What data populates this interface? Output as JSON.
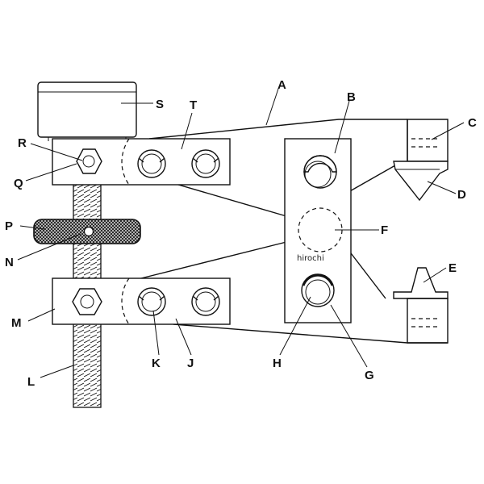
{
  "watermark": "hirochi",
  "labels": {
    "A": "A",
    "B": "B",
    "C": "C",
    "D": "D",
    "E": "E",
    "F": "F",
    "G": "G",
    "H": "H",
    "J": "J",
    "K": "K",
    "L": "L",
    "M": "M",
    "N": "N",
    "P": "P",
    "Q": "Q",
    "R": "R",
    "S": "S",
    "T": "T"
  }
}
